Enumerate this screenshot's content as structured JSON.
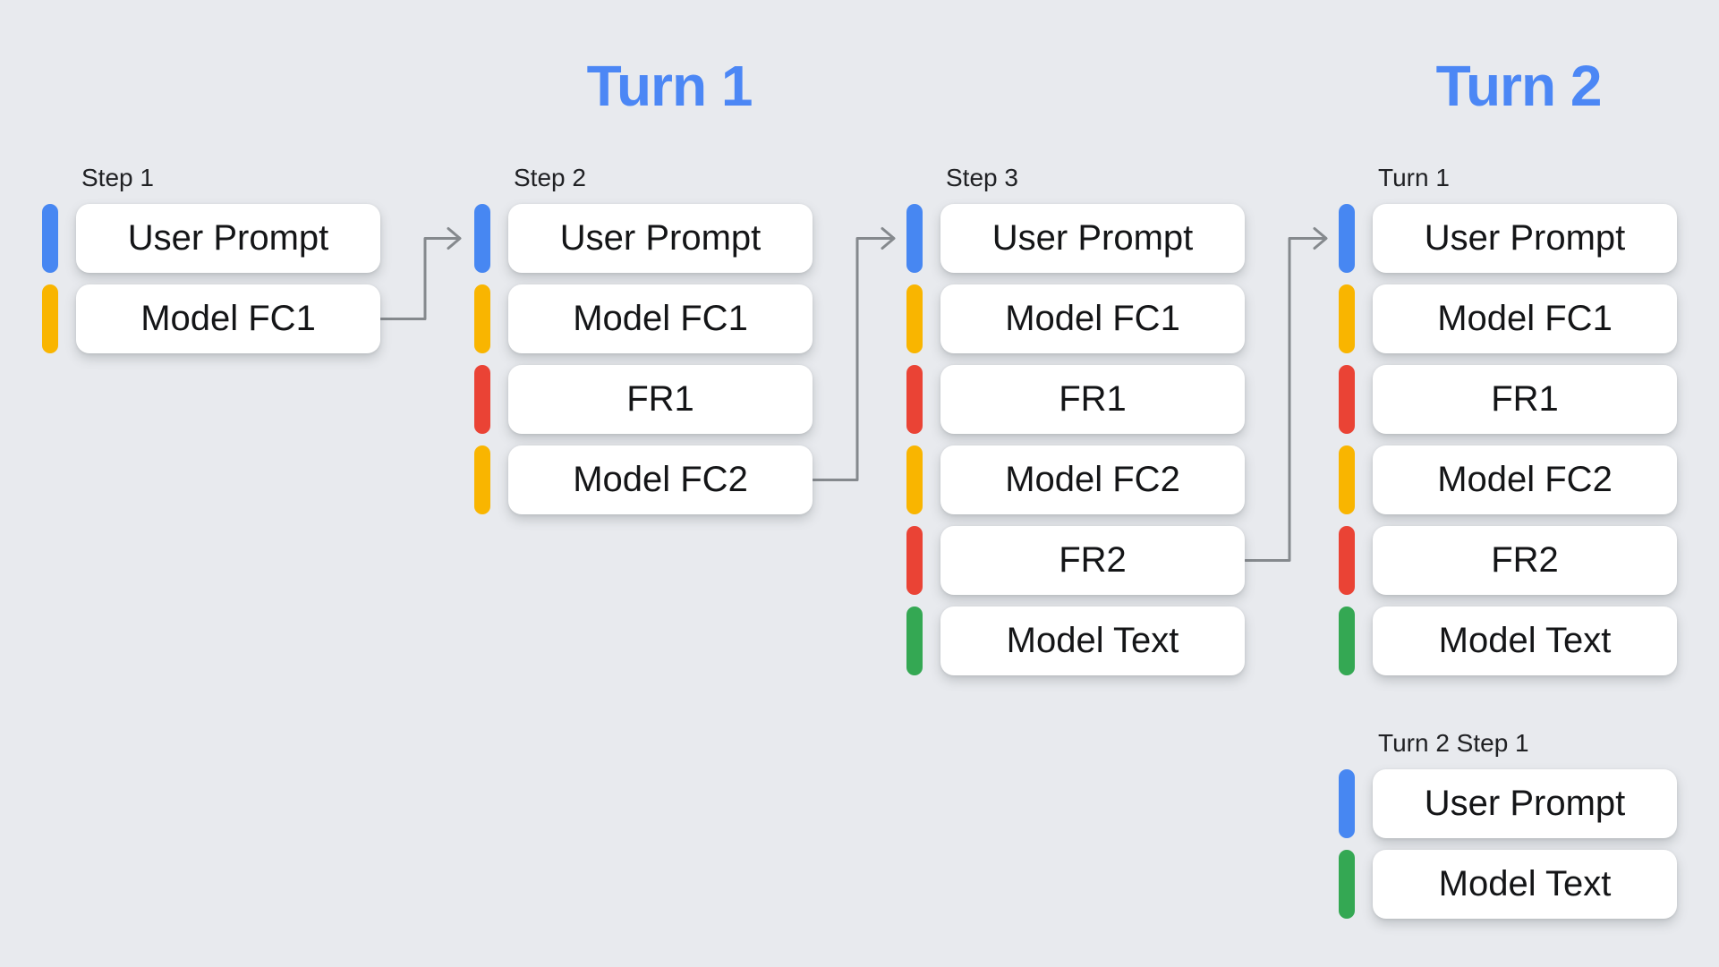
{
  "diagram": {
    "background": "#E8EAEE",
    "title_color": "#4C87F5",
    "arrow_color": "#85898D",
    "colors": {
      "user_prompt": "#4787F2",
      "model_function_call": "#F9B500",
      "function_response": "#EA4335",
      "model_text": "#34A853"
    },
    "turn_headers": [
      {
        "label": "Turn 1"
      },
      {
        "label": "Turn 2"
      }
    ],
    "columns": [
      {
        "label": "Step 1",
        "items": [
          {
            "label": "User Prompt",
            "type": "user_prompt"
          },
          {
            "label": "Model FC1",
            "type": "model_function_call"
          }
        ]
      },
      {
        "label": "Step 2",
        "items": [
          {
            "label": "User Prompt",
            "type": "user_prompt"
          },
          {
            "label": "Model FC1",
            "type": "model_function_call"
          },
          {
            "label": "FR1",
            "type": "function_response"
          },
          {
            "label": "Model FC2",
            "type": "model_function_call"
          }
        ]
      },
      {
        "label": "Step 3",
        "items": [
          {
            "label": "User Prompt",
            "type": "user_prompt"
          },
          {
            "label": "Model FC1",
            "type": "model_function_call"
          },
          {
            "label": "FR1",
            "type": "function_response"
          },
          {
            "label": "Model FC2",
            "type": "model_function_call"
          },
          {
            "label": "FR2",
            "type": "function_response"
          },
          {
            "label": "Model Text",
            "type": "model_text"
          }
        ]
      },
      {
        "label": "Turn 1",
        "items": [
          {
            "label": "User Prompt",
            "type": "user_prompt"
          },
          {
            "label": "Model FC1",
            "type": "model_function_call"
          },
          {
            "label": "FR1",
            "type": "function_response"
          },
          {
            "label": "Model FC2",
            "type": "model_function_call"
          },
          {
            "label": "FR2",
            "type": "function_response"
          },
          {
            "label": "Model Text",
            "type": "model_text"
          }
        ]
      },
      {
        "label": "Turn 2 Step 1",
        "items": [
          {
            "label": "User Prompt",
            "type": "user_prompt"
          },
          {
            "label": "Model Text",
            "type": "model_text"
          }
        ]
      }
    ]
  }
}
